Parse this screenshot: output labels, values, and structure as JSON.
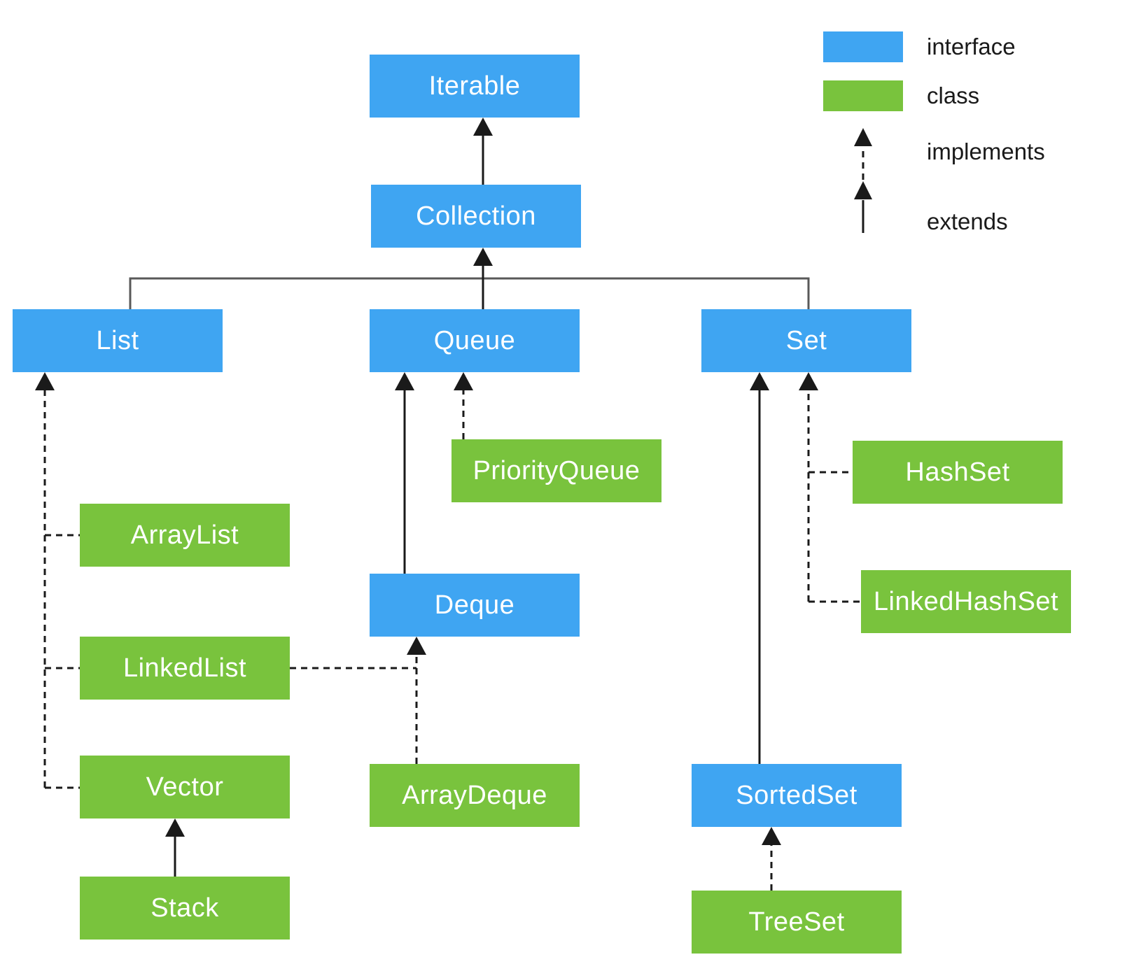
{
  "diagram": {
    "nodes": {
      "iterable": {
        "label": "Iterable",
        "type": "interface"
      },
      "collection": {
        "label": "Collection",
        "type": "interface"
      },
      "list": {
        "label": "List",
        "type": "interface"
      },
      "queue": {
        "label": "Queue",
        "type": "interface"
      },
      "set": {
        "label": "Set",
        "type": "interface"
      },
      "priority_queue": {
        "label": "PriorityQueue",
        "type": "class"
      },
      "hash_set": {
        "label": "HashSet",
        "type": "class"
      },
      "array_list": {
        "label": "ArrayList",
        "type": "class"
      },
      "deque": {
        "label": "Deque",
        "type": "interface"
      },
      "linked_hash_set": {
        "label": "LinkedHashSet",
        "type": "class"
      },
      "linked_list": {
        "label": "LinkedList",
        "type": "class"
      },
      "vector": {
        "label": "Vector",
        "type": "class"
      },
      "array_deque": {
        "label": "ArrayDeque",
        "type": "class"
      },
      "sorted_set": {
        "label": "SortedSet",
        "type": "interface"
      },
      "stack": {
        "label": "Stack",
        "type": "class"
      },
      "tree_set": {
        "label": "TreeSet",
        "type": "class"
      }
    },
    "edges": [
      {
        "from": "Collection",
        "to": "Iterable",
        "type": "extends"
      },
      {
        "from": "List",
        "to": "Collection",
        "type": "extends"
      },
      {
        "from": "Queue",
        "to": "Collection",
        "type": "extends"
      },
      {
        "from": "Set",
        "to": "Collection",
        "type": "extends"
      },
      {
        "from": "Deque",
        "to": "Queue",
        "type": "extends"
      },
      {
        "from": "SortedSet",
        "to": "Set",
        "type": "extends"
      },
      {
        "from": "Stack",
        "to": "Vector",
        "type": "extends"
      },
      {
        "from": "ArrayList",
        "to": "List",
        "type": "implements"
      },
      {
        "from": "LinkedList",
        "to": "List",
        "type": "implements"
      },
      {
        "from": "Vector",
        "to": "List",
        "type": "implements"
      },
      {
        "from": "PriorityQueue",
        "to": "Queue",
        "type": "implements"
      },
      {
        "from": "LinkedList",
        "to": "Deque",
        "type": "implements"
      },
      {
        "from": "ArrayDeque",
        "to": "Deque",
        "type": "implements"
      },
      {
        "from": "HashSet",
        "to": "Set",
        "type": "implements"
      },
      {
        "from": "LinkedHashSet",
        "to": "Set",
        "type": "implements"
      },
      {
        "from": "TreeSet",
        "to": "SortedSet",
        "type": "implements"
      }
    ],
    "legend": {
      "interface": "interface",
      "class": "class",
      "implements": "implements",
      "extends": "extends"
    },
    "colors": {
      "interface": "#3FA5F2",
      "class": "#79C33D"
    }
  }
}
